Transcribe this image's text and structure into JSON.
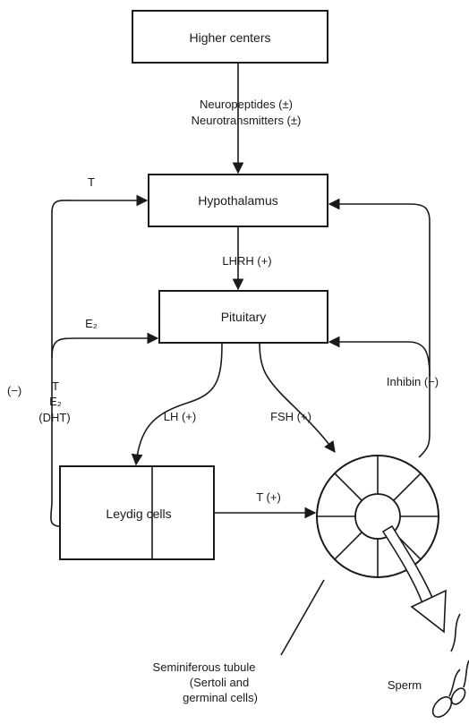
{
  "boxes": {
    "higher_centers": "Higher centers",
    "hypothalamus": "Hypothalamus",
    "pituitary": "Pituitary",
    "leydig": "Leydig cells"
  },
  "labels": {
    "neuropeptides": "Neuropeptides (±)",
    "neurotransmitters": "Neurotransmitters (±)",
    "lhrh": "LHRH (+)",
    "t_top": "T",
    "e2_mid": "E₂",
    "neg_left": "(−)",
    "t_left": "T",
    "e2_left": "E₂",
    "dht_left": "(DHT)",
    "lh": "LH (+)",
    "fsh": "FSH (+)",
    "inhibin": "Inhibin (−)",
    "t_plus": "T (+)",
    "tubule_line1": "Seminiferous tubule",
    "tubule_line2": "(Sertoli and",
    "tubule_line3": "germinal cells)",
    "sperm": "Sperm"
  }
}
